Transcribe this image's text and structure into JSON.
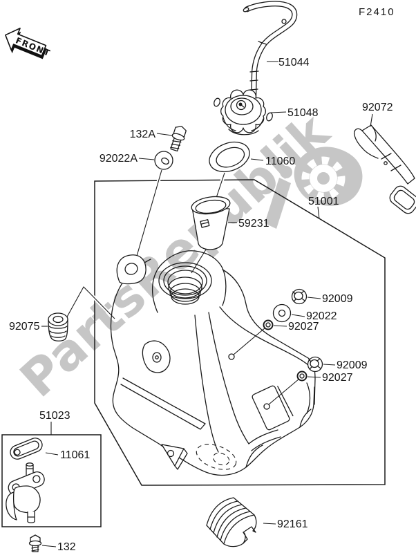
{
  "page": {
    "figure_code": "F2410",
    "front_label": "FRONT",
    "watermark_text": "PartsRepublik"
  },
  "colors": {
    "background": "#ffffff",
    "line": "#1a1a1a",
    "watermark": "#c6c6c6"
  },
  "parts": {
    "breather_hose": "51044",
    "fuel_cap": "51048",
    "cap_gasket": "11060",
    "strap_band": "92072",
    "front_bolt": "132A",
    "front_washer": "92022A",
    "fuel_tank": "51001",
    "filter_cup": "59231",
    "nut_upper": "92009",
    "washer_right": "92022",
    "collar_upper": "92027",
    "nut_lower": "92009",
    "collar_lower": "92027",
    "grommet": "92075",
    "fuel_tap_assembly": "51023",
    "tap_gasket": "11061",
    "tap_bolt": "132",
    "tank_pad": "92161"
  }
}
